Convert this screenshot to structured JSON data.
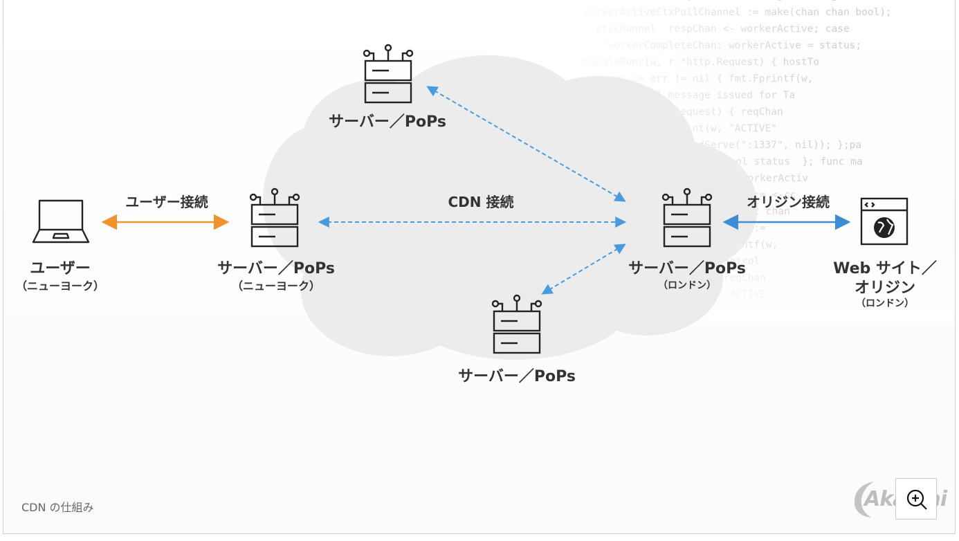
{
  "caption": "CDN の仕組み",
  "logo_text": "Akamai",
  "code_lines": [
    "         func ChannelMessage Select { Target String, Co",
    "         workerActiveCtxPullChannel := make(chan chan bool);",
    "           ctxChannel  respChan <- workerActive; case",
    "             workerCompleteChan: workerActive = status;",
    "         HandleFunc(w, r *http.Request) { hostTo",
    "             err := err != nil { fmt.Fprintf(w,",
    "               Control message issued for Ta",
    "              (w, *http.Request) { reqChan",
    "                 { fmt.Fprint(w, \"ACTIVE\"",
    "                    ListenAndServe(\":1337\", nil)); };pa",
    "                       bool status  }; func ma",
    "                          workerActiv",
    "                        msg := <-cc",
    "                     admin(cc chan",
    "                 hostTokens :=",
    "                  fmt.Fprintf(w,",
    "                      Control",
    "                       reqChan",
    "                        ACTIVE"
  ],
  "nodes": {
    "user": {
      "label": "ユーザー",
      "sub": "（ニューヨーク）"
    },
    "server_ny": {
      "label": "サーバー／PoPs",
      "sub": "（ニューヨーク）"
    },
    "server_top": {
      "label": "サーバー／PoPs"
    },
    "server_bottom": {
      "label": "サーバー／PoPs"
    },
    "server_london": {
      "label": "サーバー／PoPs",
      "sub": "（ロンドン）"
    },
    "origin": {
      "label_line1": "Web サイト／",
      "label_line2": "オリジン",
      "sub": "（ロンドン）"
    }
  },
  "connections": {
    "user": "ユーザー接続",
    "cdn": "CDN 接続",
    "origin": "オリジン接続"
  },
  "colors": {
    "orange": "#F0922E",
    "blue": "#3C8DD6",
    "cdn_blue": "#4A9BDD",
    "icon_stroke": "#222222",
    "cloud": "#ECECEC"
  },
  "icons": {
    "laptop": "laptop-icon",
    "server": "server-router-icon",
    "origin": "browser-globe-icon",
    "zoom": "zoom-in-icon"
  }
}
